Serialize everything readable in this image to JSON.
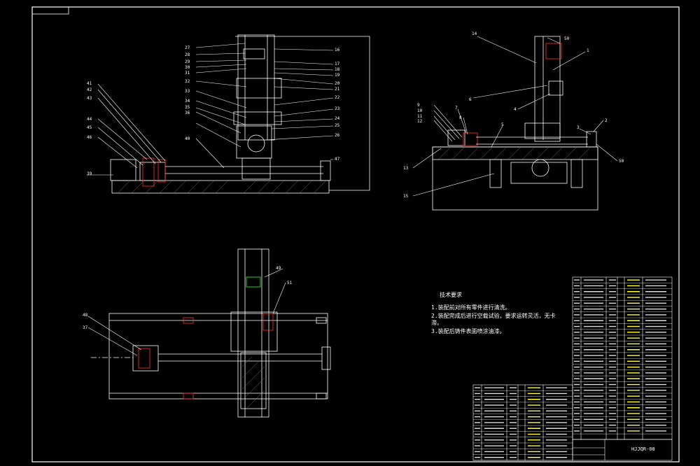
{
  "colors": {
    "background": "#000000",
    "line": "#ffffff",
    "accent_red": "#ff3030",
    "accent_green": "#30ff30",
    "accent_yellow": "#ffff40",
    "accent_cyan": "#30ffff"
  },
  "drawing_number": "HJJQR-00",
  "tech_notes": {
    "title": "技术要求",
    "lines": [
      "1.装配前对所有零件进行清洗。",
      "2.装配完成后进行空载试验，要求运转灵活，无卡",
      "  滞。",
      "3.装配后铸件表面喷涂油漆。"
    ]
  },
  "front_view_callouts": {
    "left": [
      "41",
      "42",
      "43",
      "44",
      "45",
      "46",
      "39"
    ],
    "center_left": [
      "27",
      "28",
      "29",
      "30",
      "31",
      "32",
      "33",
      "34",
      "35",
      "36",
      "40"
    ],
    "right": [
      "16",
      "17",
      "18",
      "19",
      "20",
      "21",
      "22",
      "23",
      "24",
      "25",
      "26",
      "47"
    ]
  },
  "side_view_callouts": {
    "top": [
      "14",
      "50",
      "1"
    ],
    "left": [
      "6",
      "4",
      "9",
      "10",
      "11",
      "12",
      "7",
      "8",
      "5",
      "13",
      "15"
    ],
    "right": [
      "3",
      "2",
      "50"
    ]
  },
  "top_view_callouts": [
    "49",
    "51",
    "48",
    "37"
  ]
}
